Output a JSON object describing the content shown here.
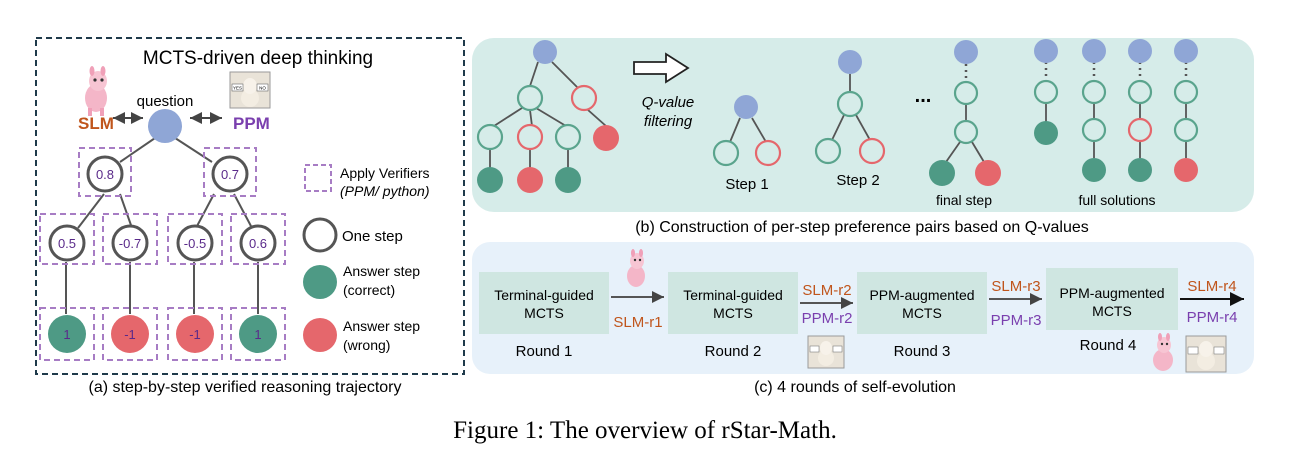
{
  "panel_a": {
    "title": "MCTS-driven deep thinking",
    "question": "question",
    "slm": "SLM",
    "ppm": "PPM",
    "root_children": [
      "0.8",
      "0.7"
    ],
    "level2": [
      "0.5",
      "-0.7",
      "-0.5",
      "0.6"
    ],
    "leaves": [
      "1",
      "-1",
      "-1",
      "1"
    ],
    "legend": {
      "verifiers_line1": "Apply Verifiers",
      "verifiers_line2": "(PPM/ python)",
      "one_step": "One step",
      "answer_correct_line1": "Answer step",
      "answer_correct_line2": "(correct)",
      "answer_wrong_line1": "Answer step",
      "answer_wrong_line2": "(wrong)"
    },
    "caption": "(a) step-by-step verified reasoning trajectory",
    "ppm_sign_left": "YES",
    "ppm_sign_right": "NO"
  },
  "panel_b": {
    "qvalue_line1": "Q-value",
    "qvalue_line2": "filtering",
    "step1": "Step 1",
    "step2": "Step 2",
    "ellipsis": "...",
    "final_step": "final step",
    "full_solutions": "full solutions",
    "caption": "(b) Construction of per-step preference pairs based on Q-values"
  },
  "panel_c": {
    "boxes": [
      {
        "line1": "Terminal-guided",
        "line2": "MCTS",
        "round": "Round 1"
      },
      {
        "line1": "Terminal-guided",
        "line2": "MCTS",
        "round": "Round 2"
      },
      {
        "line1": "PPM-augmented",
        "line2": "MCTS",
        "round": "Round 3"
      },
      {
        "line1": "PPM-augmented",
        "line2": "MCTS",
        "round": "Round 4"
      }
    ],
    "arrows": [
      {
        "top": "",
        "bottom": "SLM-r1"
      },
      {
        "top": "SLM-r2",
        "bottom": "PPM-r2"
      },
      {
        "top": "SLM-r3",
        "bottom": "PPM-r3"
      },
      {
        "top": "SLM-r4",
        "bottom": "PPM-r4"
      }
    ],
    "caption": "(c) 4 rounds of self-evolution"
  },
  "figure_caption": "Figure 1: The overview of rStar-Math.",
  "colors": {
    "blue_node": "#8fa6d6",
    "green": "#4e9a85",
    "red": "#e5676c",
    "node_outline_green": "#5aa48d",
    "purple": "#7a3fae",
    "orange": "#c0551c",
    "panel_b_bg": "#d6ece9",
    "panel_c_bg": "#e7f1fa",
    "box_bg": "#cfe6e1"
  }
}
